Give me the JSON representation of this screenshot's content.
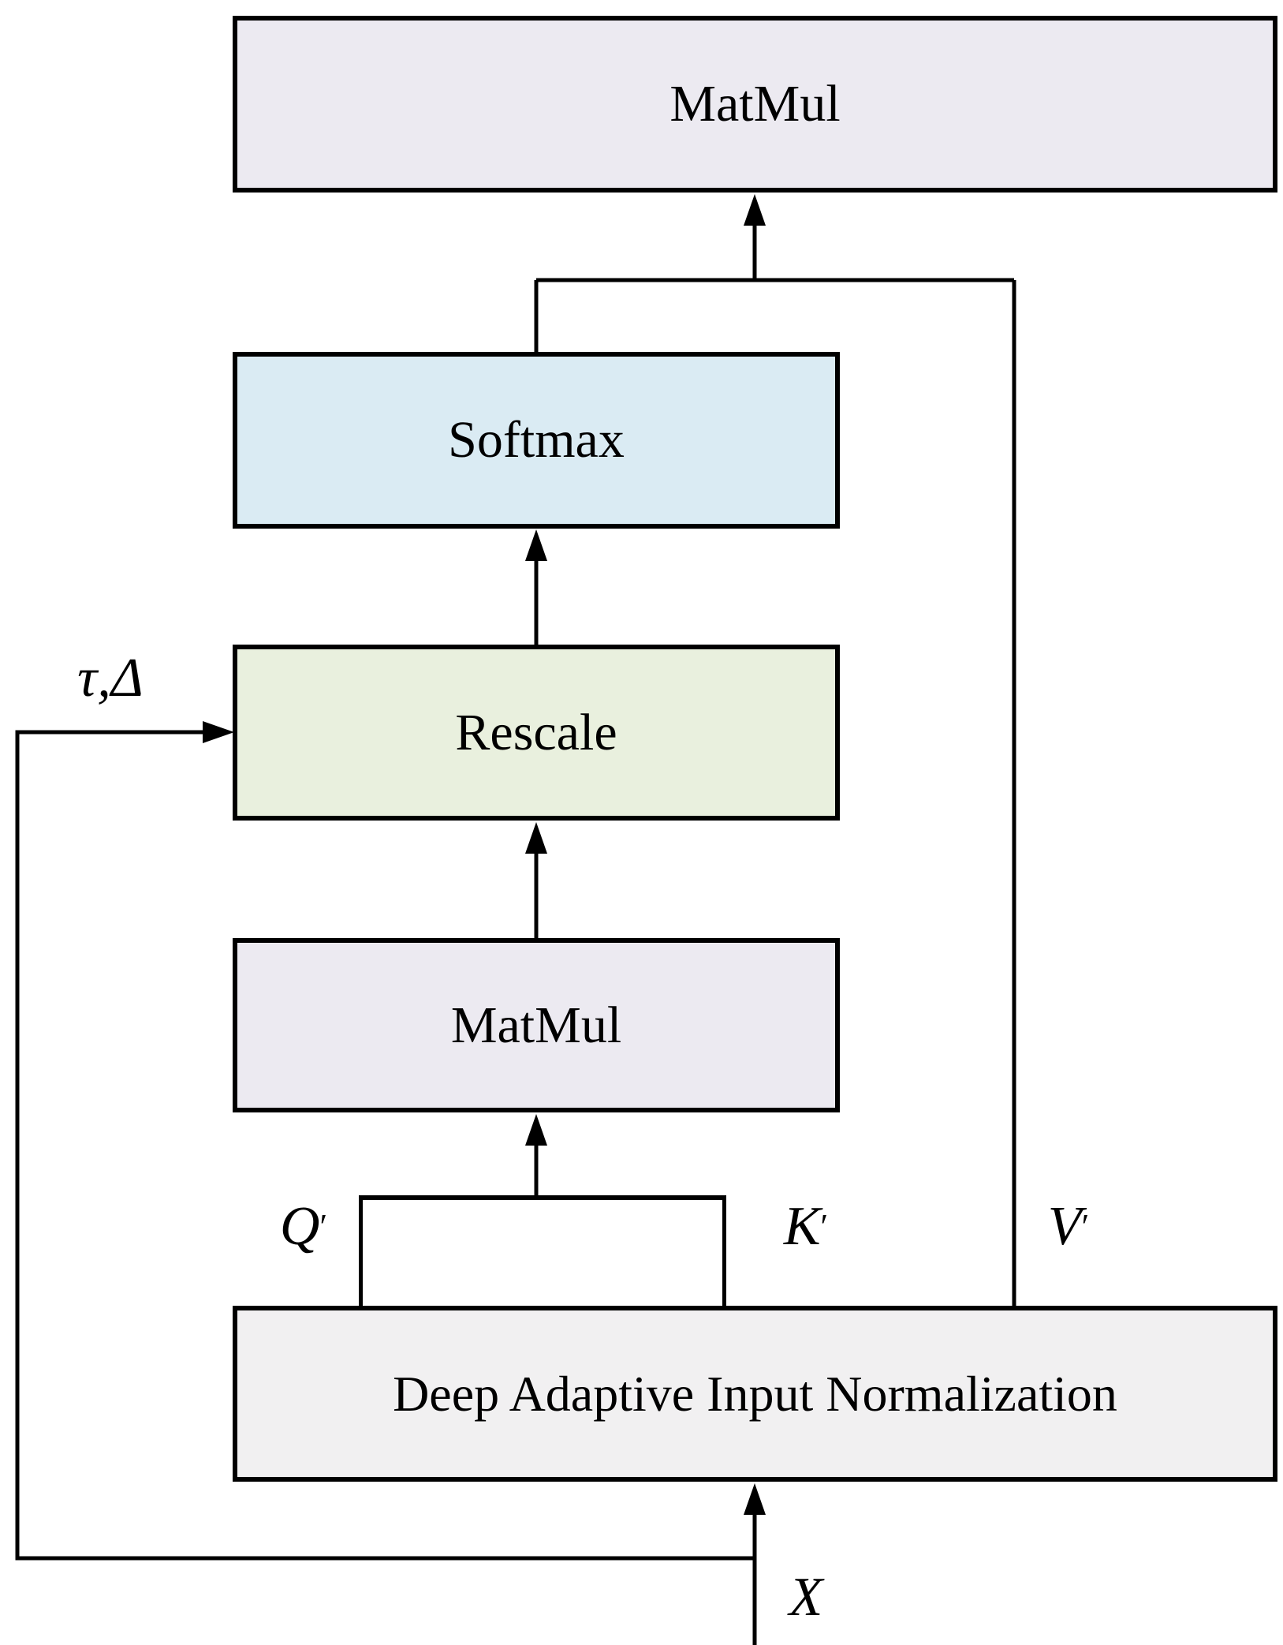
{
  "diagram": {
    "boxes": {
      "matmul_top": {
        "label": "MatMul",
        "fill": "#eceaf1"
      },
      "softmax": {
        "label": "Softmax",
        "fill": "#daebf3"
      },
      "rescale": {
        "label": "Rescale",
        "fill": "#e9f0de"
      },
      "matmul_lower": {
        "label": "MatMul",
        "fill": "#eceaf1"
      },
      "dain": {
        "label": "Deep Adaptive Input Normalization",
        "fill": "#f1f0f1"
      },
      "merge": {
        "fill": "#ffffff"
      }
    },
    "labels": {
      "tau_delta": "τ,Δ",
      "q_prime": {
        "base": "Q",
        "prime": "′"
      },
      "k_prime": {
        "base": "K",
        "prime": "′"
      },
      "v_prime": {
        "base": "V",
        "prime": "′"
      },
      "x_input": "X"
    },
    "colors": {
      "line": "#000000",
      "border": "#000000",
      "background": "#ffffff"
    }
  }
}
